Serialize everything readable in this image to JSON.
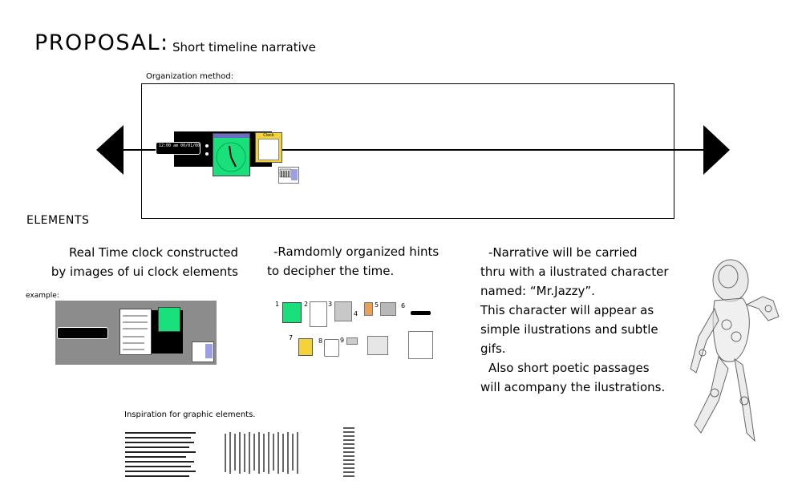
{
  "header": {
    "title": "PROPOSAL:",
    "subtitle": "Short timeline narrative"
  },
  "organization": {
    "label": "Organization method:",
    "clock_name": "Clock",
    "chip_time": "12:00 am",
    "chip_date": "00/01/00"
  },
  "elements": {
    "heading": "ELEMENTS",
    "col1": [
      "Real Time clock constructed",
      "by images of ui clock elements"
    ],
    "col2": [
      "-Ramdomly organized hints",
      "to decipher the time."
    ],
    "col3": [
      "-Narrative will be carried",
      "thru with a ilustrated character",
      "named: “Mr.Jazzy”.",
      "This character will appear as",
      "simple ilustrations and subtle",
      "gifs.",
      "Also short poetic passages",
      "will acompany the ilustrations."
    ],
    "example_label": "example:",
    "hint_numbers": [
      "1",
      "2",
      "3",
      "4",
      "5",
      "6",
      "7",
      "8",
      "9"
    ]
  },
  "inspiration": {
    "label": "Inspiration for graphic elements."
  },
  "colors": {
    "clock_green": "#19e07a",
    "panel_gray": "#8c8c8c",
    "clock_yellow": "#f3d23a"
  }
}
